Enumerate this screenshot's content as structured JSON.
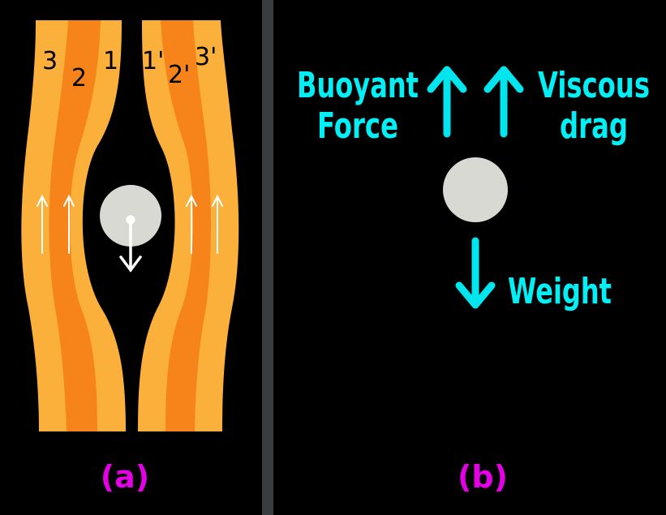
{
  "colors": {
    "background": "#000000",
    "divider": "#3a3d40",
    "fluid_light": "#fbb03b",
    "fluid_dark": "#f7841a",
    "sphere": "#d9d9d4",
    "flow_arrow": "#ffffff",
    "force_arrow": "#00e5ee",
    "force_text": "#00f0f5",
    "panel_label": "#e400e4"
  },
  "panel_a": {
    "label": "(a)",
    "layer_labels": {
      "left_3": "3",
      "left_2": "2",
      "left_1": "1",
      "right_1": "1'",
      "right_2": "2'",
      "right_3": "3'"
    }
  },
  "panel_b": {
    "label": "(b)",
    "buoyant_line1": "Buoyant",
    "buoyant_line2": "Force",
    "viscous_line1": "Viscous",
    "viscous_line2": "drag",
    "weight": "Weight"
  }
}
